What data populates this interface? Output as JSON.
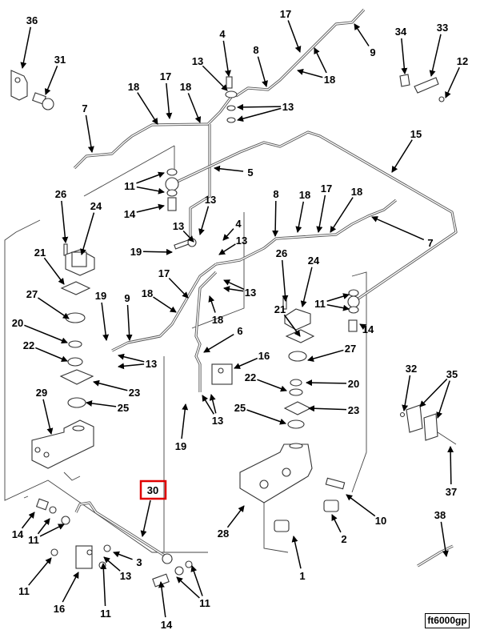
{
  "figure_id": "ft6000gp",
  "highlighted_callout": "30",
  "highlight_color": "#e00000",
  "callouts": [
    "36",
    "31",
    "17",
    "9",
    "34",
    "33",
    "12",
    "4",
    "8",
    "13",
    "18",
    "18",
    "17",
    "18",
    "13",
    "7",
    "15",
    "5",
    "11",
    "14",
    "13",
    "26",
    "24",
    "8",
    "18",
    "17",
    "18",
    "4",
    "13",
    "13",
    "19",
    "7",
    "21",
    "17",
    "26",
    "24",
    "13",
    "27",
    "19",
    "18",
    "9",
    "18",
    "11",
    "14",
    "21",
    "20",
    "6",
    "22",
    "13",
    "16",
    "27",
    "23",
    "22",
    "20",
    "29",
    "25",
    "25",
    "23",
    "32",
    "35",
    "13",
    "19",
    "37",
    "30",
    "10",
    "14",
    "11",
    "28",
    "2",
    "38",
    "3",
    "13",
    "11",
    "1",
    "16",
    "11",
    "11",
    "14"
  ]
}
